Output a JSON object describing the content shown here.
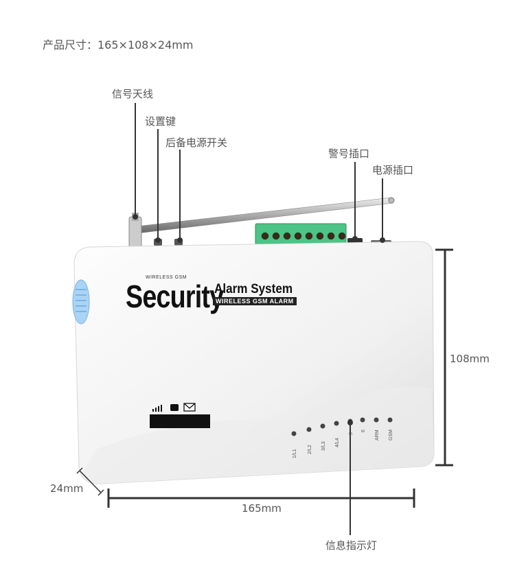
{
  "header": {
    "size_text": "产品尺寸：165×108×24mm"
  },
  "callouts": {
    "antenna": "信号天线",
    "settings_key": "设置键",
    "backup_switch": "后备电源开关",
    "siren_port": "警号插口",
    "power_port": "电源插口",
    "indicator": "信息指示灯"
  },
  "dimensions": {
    "height": "108mm",
    "width": "165mm",
    "depth": "24mm"
  },
  "device": {
    "brand_top": "WIRELESS GSM",
    "brand_main": "Security",
    "brand_sub1": "Alarm System",
    "brand_sub2": "WIRELESS GSM ALARM",
    "led_labels": [
      "1/L1",
      "2/L2",
      "3/L3",
      "4/L4",
      "5",
      "6",
      "ARM",
      "GSM"
    ],
    "icons": [
      "signal-icon",
      "phone-icon",
      "envelope-icon"
    ]
  }
}
